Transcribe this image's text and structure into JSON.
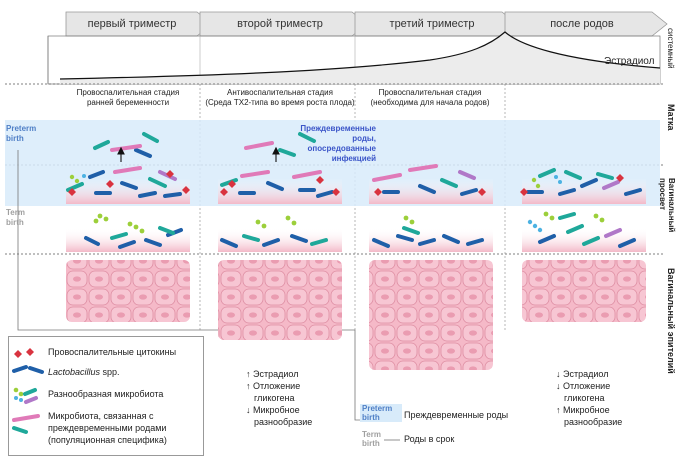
{
  "timeline": {
    "phases": [
      "первый триместр",
      "второй триместр",
      "третий триместр",
      "после родов"
    ],
    "systemic_label": "системный",
    "estradiol_label": "Эстрадиол"
  },
  "stages": [
    {
      "line1": "Провоспалительная стадия",
      "line2": "ранней беременности"
    },
    {
      "line1": "Антивоспалительная стадия",
      "line2": "(Среда TХ2-типа во время роста плода)"
    },
    {
      "line1": "Провоспалительная стадия",
      "line2": "(необходима для начала родов)"
    }
  ],
  "row_labels": {
    "uterus": "Матка",
    "lumen": "Вагинальный просвет",
    "epithelium": "Вагинальный эпителий"
  },
  "side": {
    "preterm1": "Preterm",
    "preterm2": "birth",
    "term1": "Term",
    "term2": "birth"
  },
  "infection_note": {
    "line1": "Преждевременные",
    "line2": "роды, опосредованные",
    "line3": "инфекцией"
  },
  "legend": {
    "cytokines": "Провоспалительные цитокины",
    "lactobacillus": "Lactobacillus",
    "lactobacillus_suffix": " spp.",
    "diverse": "Разнообразная микробиота",
    "preterm_line1": "Микробиота, связанная с",
    "preterm_line2": "преждевременными родами",
    "preterm_line3": "(популяционная специфика)"
  },
  "effects_pregnancy": {
    "a": "↑ Эстрадиол",
    "b1": "↑ Отложение",
    "b2": "гликогена",
    "c1": "↓ Микробное",
    "c2": "разнообразие"
  },
  "effects_postpartum": {
    "a": "↓ Эстрадиол",
    "b1": "↓ Отложение",
    "b2": "гликогена",
    "c1": "↑ Микробное",
    "c2": "разнообразие"
  },
  "outcomes": {
    "preterm_tag1": "Preterm",
    "preterm_tag2": "birth",
    "preterm_text": "Преждевременные роды",
    "term_tag1": "Term",
    "term_tag2": "birth",
    "term_text": "Роды в срок"
  },
  "colors": {
    "preterm_blue": "#4f7fc6",
    "term_gray": "#a0a0a0",
    "band_blue": "#d8ebfa",
    "tissue_pink": "#f5b9c8",
    "cytokine_red": "#d9333f",
    "lacto_blue": "#1f5fa8",
    "teal": "#1fa89a",
    "lime": "#9ccf3a",
    "purple_pink": "#e07ab8",
    "note_blue": "#3b55c8"
  }
}
